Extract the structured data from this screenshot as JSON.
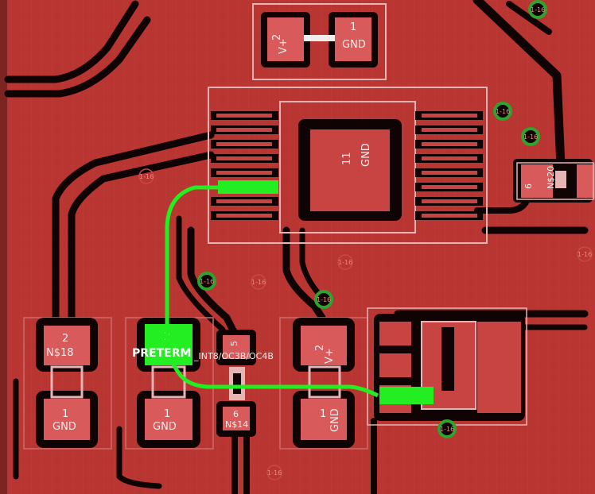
{
  "colors": {
    "copper": "#b83531",
    "trace_dark": "#0f0303",
    "pad": "#d85a5a",
    "outline": "#e6b4b4",
    "highlight": "#22ee22",
    "via_ring": "#2ea32e",
    "grid": "#c84a48"
  },
  "labels": {
    "top_left_pad_num": "2",
    "top_left_pad_net": "V+",
    "top_right_pad_num": "1",
    "top_right_pad_net": "GND",
    "ic_pad_num": "11",
    "ic_pad_net": "GND",
    "right_cap_num": "6",
    "right_cap_name": "N$20",
    "c1_top_num": "2",
    "c1_top_net": "N$18",
    "c1_bot_num": "1",
    "c1_bot_net": "GND",
    "c2_top_num": "2",
    "c2_top_net": "PRETERM",
    "c2_bot_num": "1",
    "c2_bot_net": "GND",
    "c3_top_num": "5",
    "c3_top_net": "_INT8/OC3B/OC4B",
    "c3_bot_num": "6",
    "c3_bot_net": "N$14",
    "c4_top_num": "2",
    "c4_top_net": "V+",
    "c4_bot_num": "1",
    "c4_bot_net": "GND"
  },
  "vias": [
    {
      "label": "1-16"
    },
    {
      "label": "1-16"
    },
    {
      "label": "1-16"
    },
    {
      "label": "1-16"
    },
    {
      "label": "1-16"
    },
    {
      "label": "1-16"
    },
    {
      "label": "1-16"
    },
    {
      "label": "1-16"
    },
    {
      "label": "1-16"
    },
    {
      "label": "1-16"
    },
    {
      "label": "1-16"
    }
  ]
}
